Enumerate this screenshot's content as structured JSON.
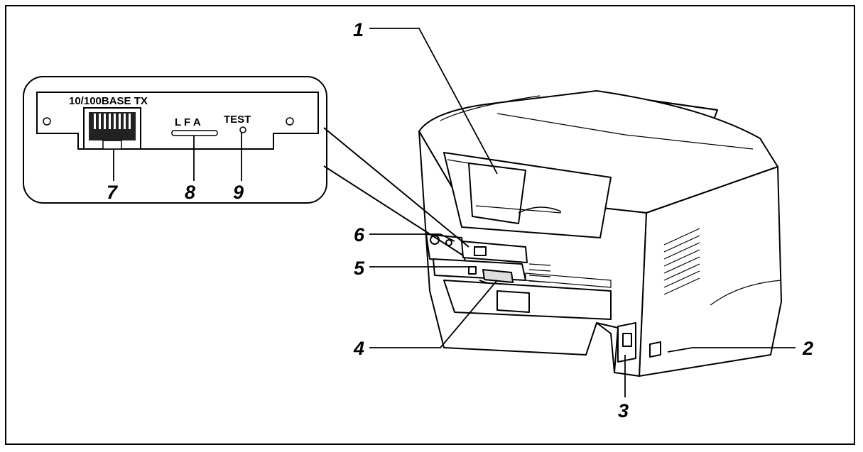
{
  "figure": {
    "callouts": [
      {
        "number": "1",
        "target": "output-tray-cover"
      },
      {
        "number": "2",
        "target": "power-switch"
      },
      {
        "number": "3",
        "target": "ac-power-connector"
      },
      {
        "number": "4",
        "target": "parallel-interface-connector"
      },
      {
        "number": "5",
        "target": "usb-interface-connector"
      },
      {
        "number": "6",
        "target": "network-interface-port"
      },
      {
        "number": "7",
        "target": "rj45-ethernet-port"
      },
      {
        "number": "8",
        "target": "led-indicators"
      },
      {
        "number": "9",
        "target": "test-button"
      }
    ],
    "panel": {
      "port_label": "10/100BASE TX",
      "led_label": "L F A",
      "test_label": "TEST"
    }
  }
}
